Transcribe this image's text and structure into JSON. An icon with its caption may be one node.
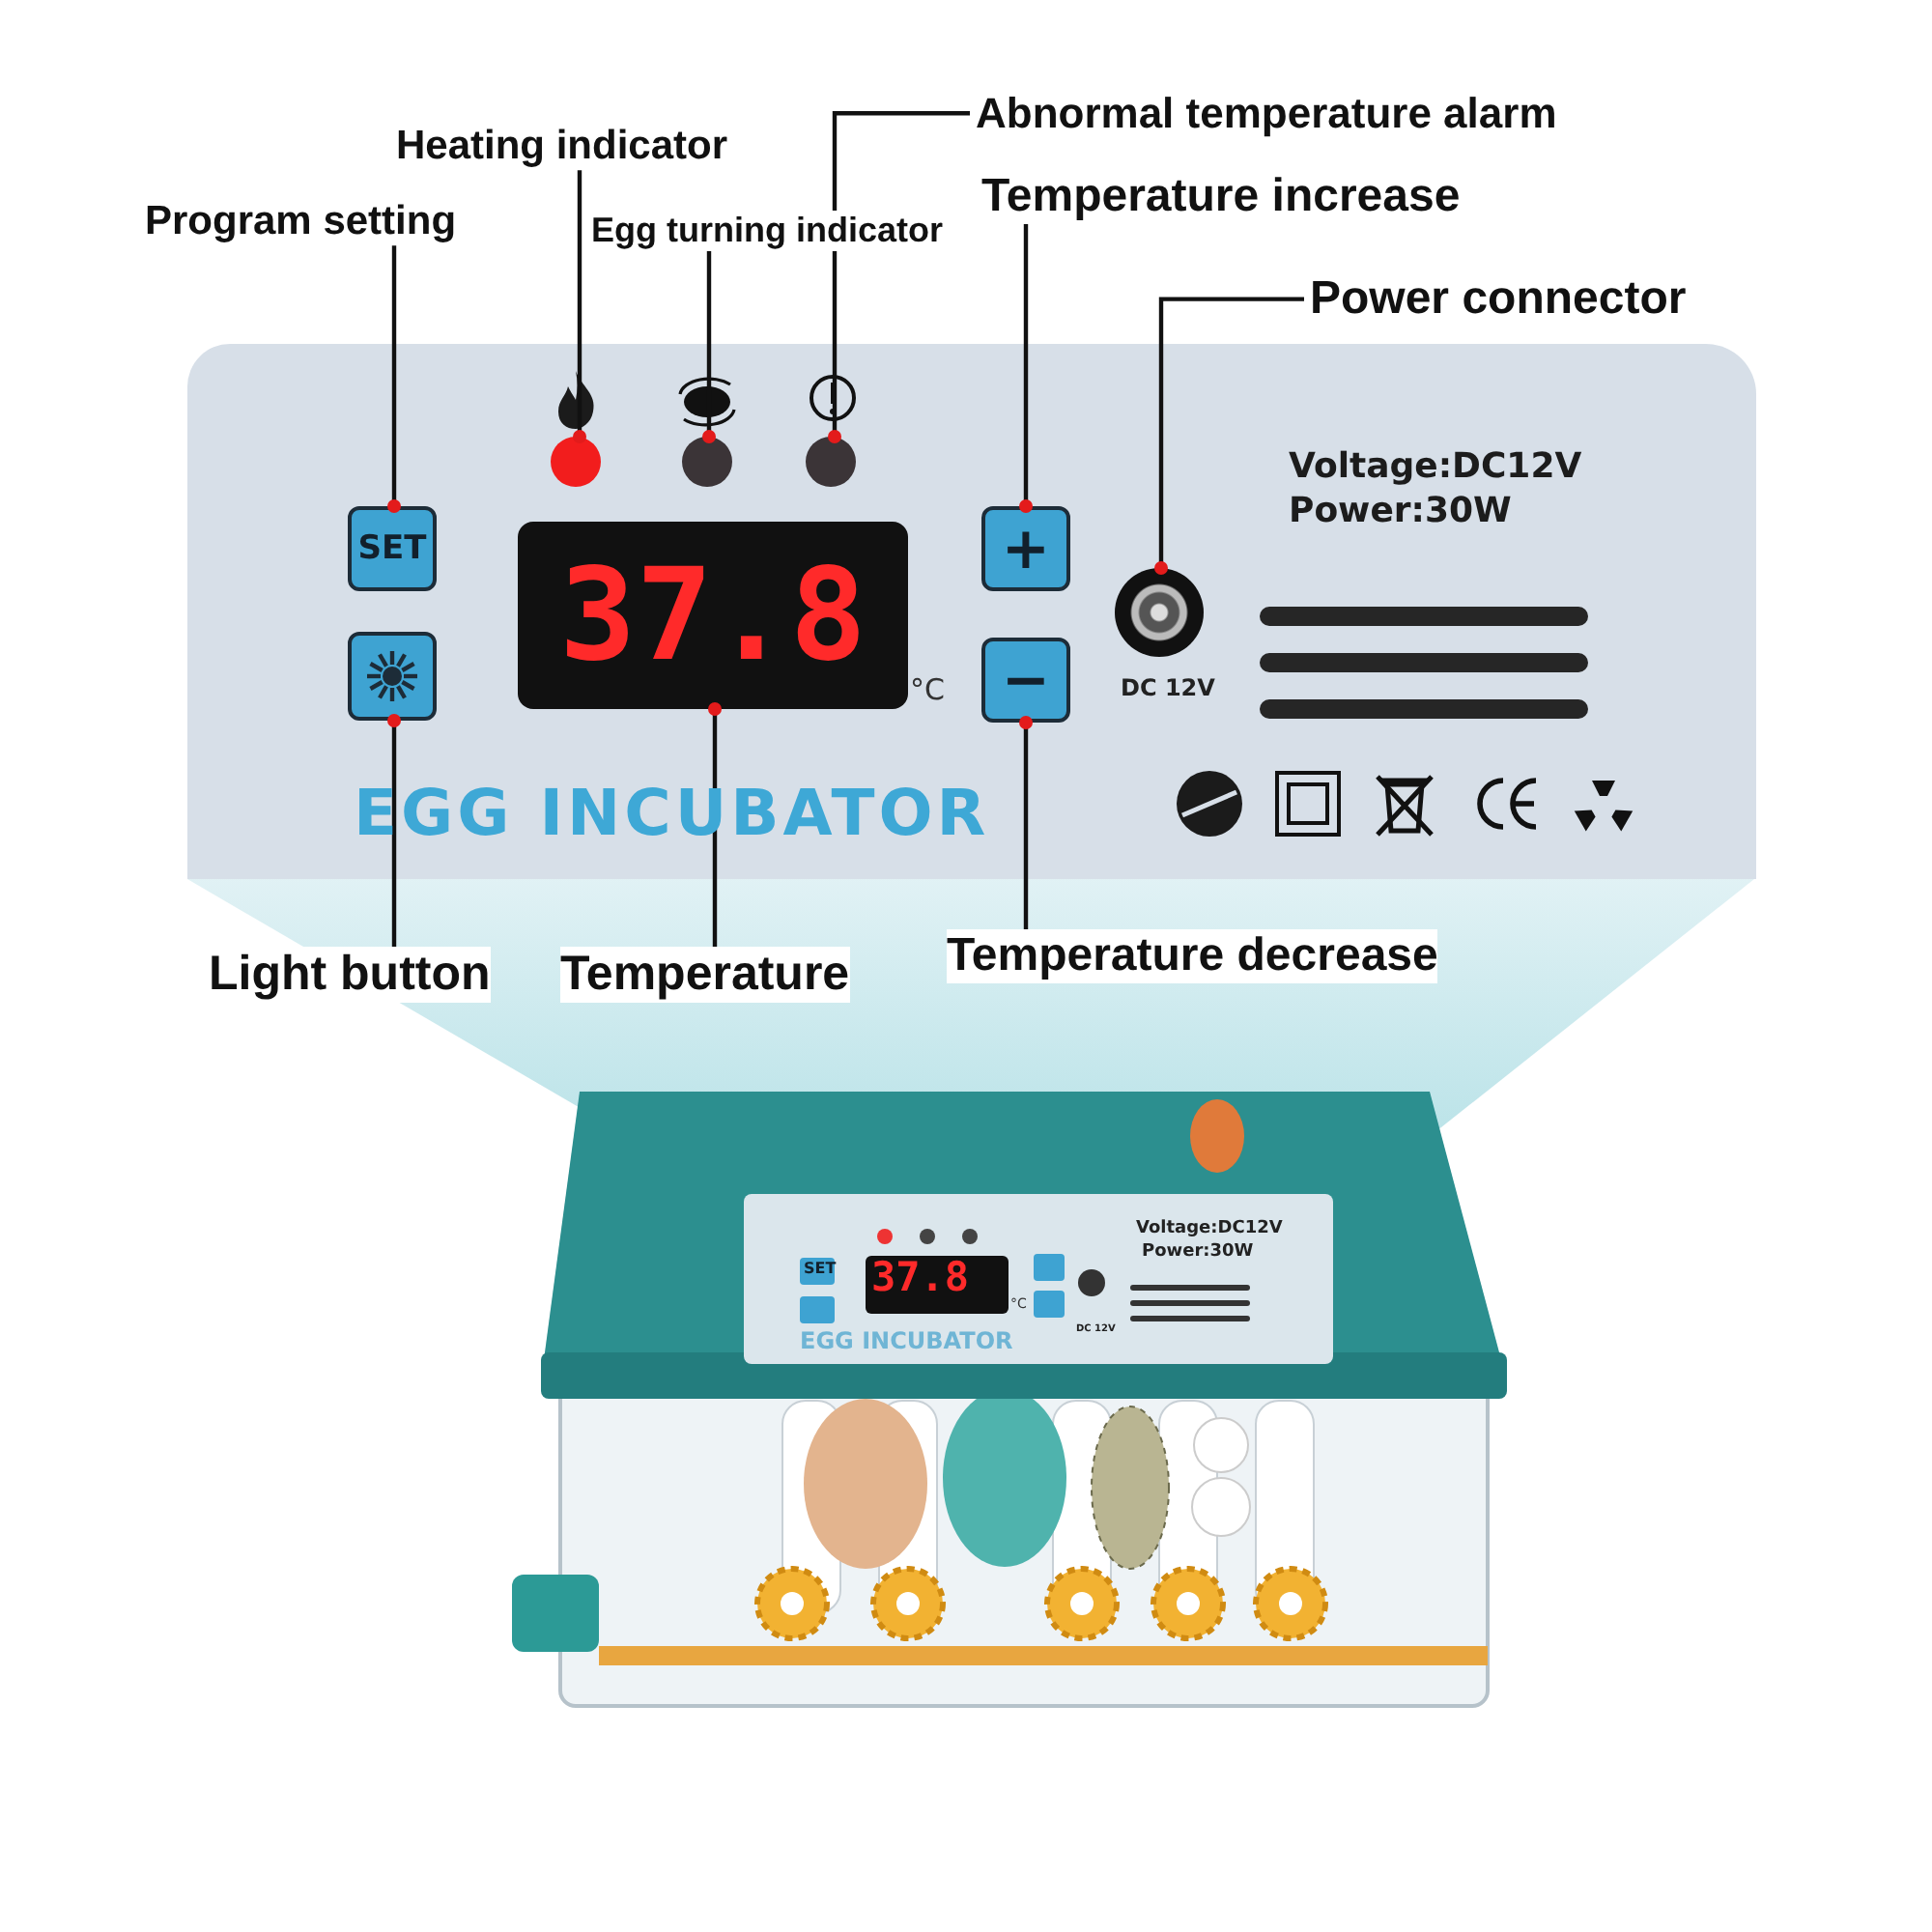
{
  "diagram": {
    "nodes": [
      {
        "text": [
          "Program setting"
        ]
      },
      {
        "text": [
          "Heating indicator"
        ]
      },
      {
        "text": [
          "Egg turning indicator"
        ]
      },
      {
        "text": [
          "Abnormal temperature alarm"
        ]
      },
      {
        "text": [
          "Temperature increase"
        ]
      },
      {
        "text": [
          "Power connector"
        ]
      },
      {
        "text": [
          "Light button"
        ]
      },
      {
        "text": [
          "Temperature"
        ]
      },
      {
        "text": [
          "Temperature decrease"
        ]
      },
      {
        "text": [
          "Voltage:DC12V Power:30W",
          "EGG INCUBATOR"
        ]
      },
      {
        "text": [
          "SET"
        ],
        "in": 9
      },
      {
        "text": [],
        "shape": "circle",
        "in": 9
      },
      {
        "text": [],
        "shape": "circle",
        "in": 9
      },
      {
        "text": [],
        "shape": "circle",
        "in": 9
      },
      {
        "text": [
          "+"
        ],
        "in": 9
      },
      {
        "text": [],
        "shape": "circle",
        "in": 9,
        "beside": [
          "DC 12V"
        ]
      },
      {
        "text": [],
        "shape": "box",
        "in": 9
      },
      {
        "text": [
          "37.8"
        ],
        "in": 9,
        "beside": [
          "°C"
        ]
      },
      {
        "text": [
          "−"
        ],
        "in": 9
      }
    ],
    "edges": [
      {
        "from": 0,
        "to": 10,
        "arrow": "other"
      },
      {
        "from": 1,
        "to": 11,
        "arrow": "other"
      },
      {
        "from": 2,
        "to": 12,
        "arrow": "other"
      },
      {
        "from": 3,
        "to": 13,
        "arrow": "other"
      },
      {
        "from": 4,
        "to": 14,
        "arrow": "other"
      },
      {
        "from": 5,
        "to": 15,
        "arrow": "other"
      },
      {
        "from": 6,
        "to": 16,
        "arrow": "other"
      },
      {
        "from": 7,
        "to": 17,
        "arrow": "other"
      },
      {
        "from": 8,
        "to": 18,
        "arrow": "other"
      }
    ],
    "labels": [
      "SET",
      "37.8",
      "°C",
      "Voltage:DC12V",
      "Power:30W",
      "DC 12V",
      "EGG INCUBATOR"
    ]
  }
}
